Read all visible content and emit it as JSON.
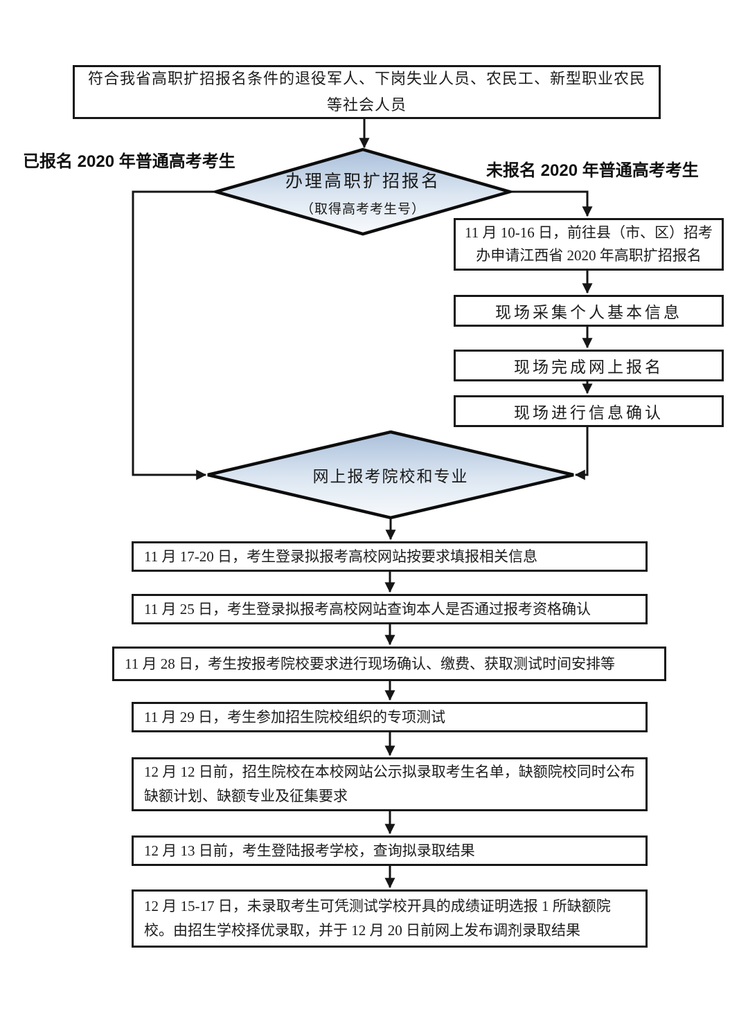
{
  "top_box": {
    "text": "符合我省高职扩招报名条件的退役军人、下岗失业人员、农民工、新型职业农民等社会人员"
  },
  "branch_labels": {
    "registered": "已报名 2020 年普通高考考生",
    "unregistered": "未报名 2020 年普通高考考生"
  },
  "decisions": {
    "first": {
      "title": "办理高职扩招报名",
      "subtitle": "（取得高考考生号）"
    },
    "second": {
      "title": "网上报考院校和专业"
    }
  },
  "right_steps": [
    "11 月 10-16 日，前往县（市、区）招考办申请江西省 2020 年高职扩招报名",
    "现场采集个人基本信息",
    "现场完成网上报名",
    "现场进行信息确认"
  ],
  "main_steps": [
    "11 月 17-20 日，考生登录拟报考高校网站按要求填报相关信息",
    "11 月 25 日，考生登录拟报考高校网站查询本人是否通过报考资格确认",
    "11 月 28 日，考生按报考院校要求进行现场确认、缴费、获取测试时间安排等",
    "11 月 29 日，考生参加招生院校组织的专项测试",
    "12 月 12 日前，招生院校在本校网站公示拟录取考生名单，缺额院校同时公布缺额计划、缺额专业及征集要求",
    "12 月 13 日前，考生登陆报考学校，查询拟录取结果",
    "12 月 15-17 日，未录取考生可凭测试学校开具的成绩证明选报 1 所缺额院校。由招生学校择优录取，并于 12 月 20 日前网上发布调剂录取结果"
  ],
  "colors": {
    "background": "#ffffff",
    "line": "#161616",
    "box_border": "#161616",
    "text": "#1c1c1c",
    "diamond_top": "#a9bfda",
    "diamond_mid": "#dde7f2",
    "diamond_bottom": "#f8fafc"
  }
}
